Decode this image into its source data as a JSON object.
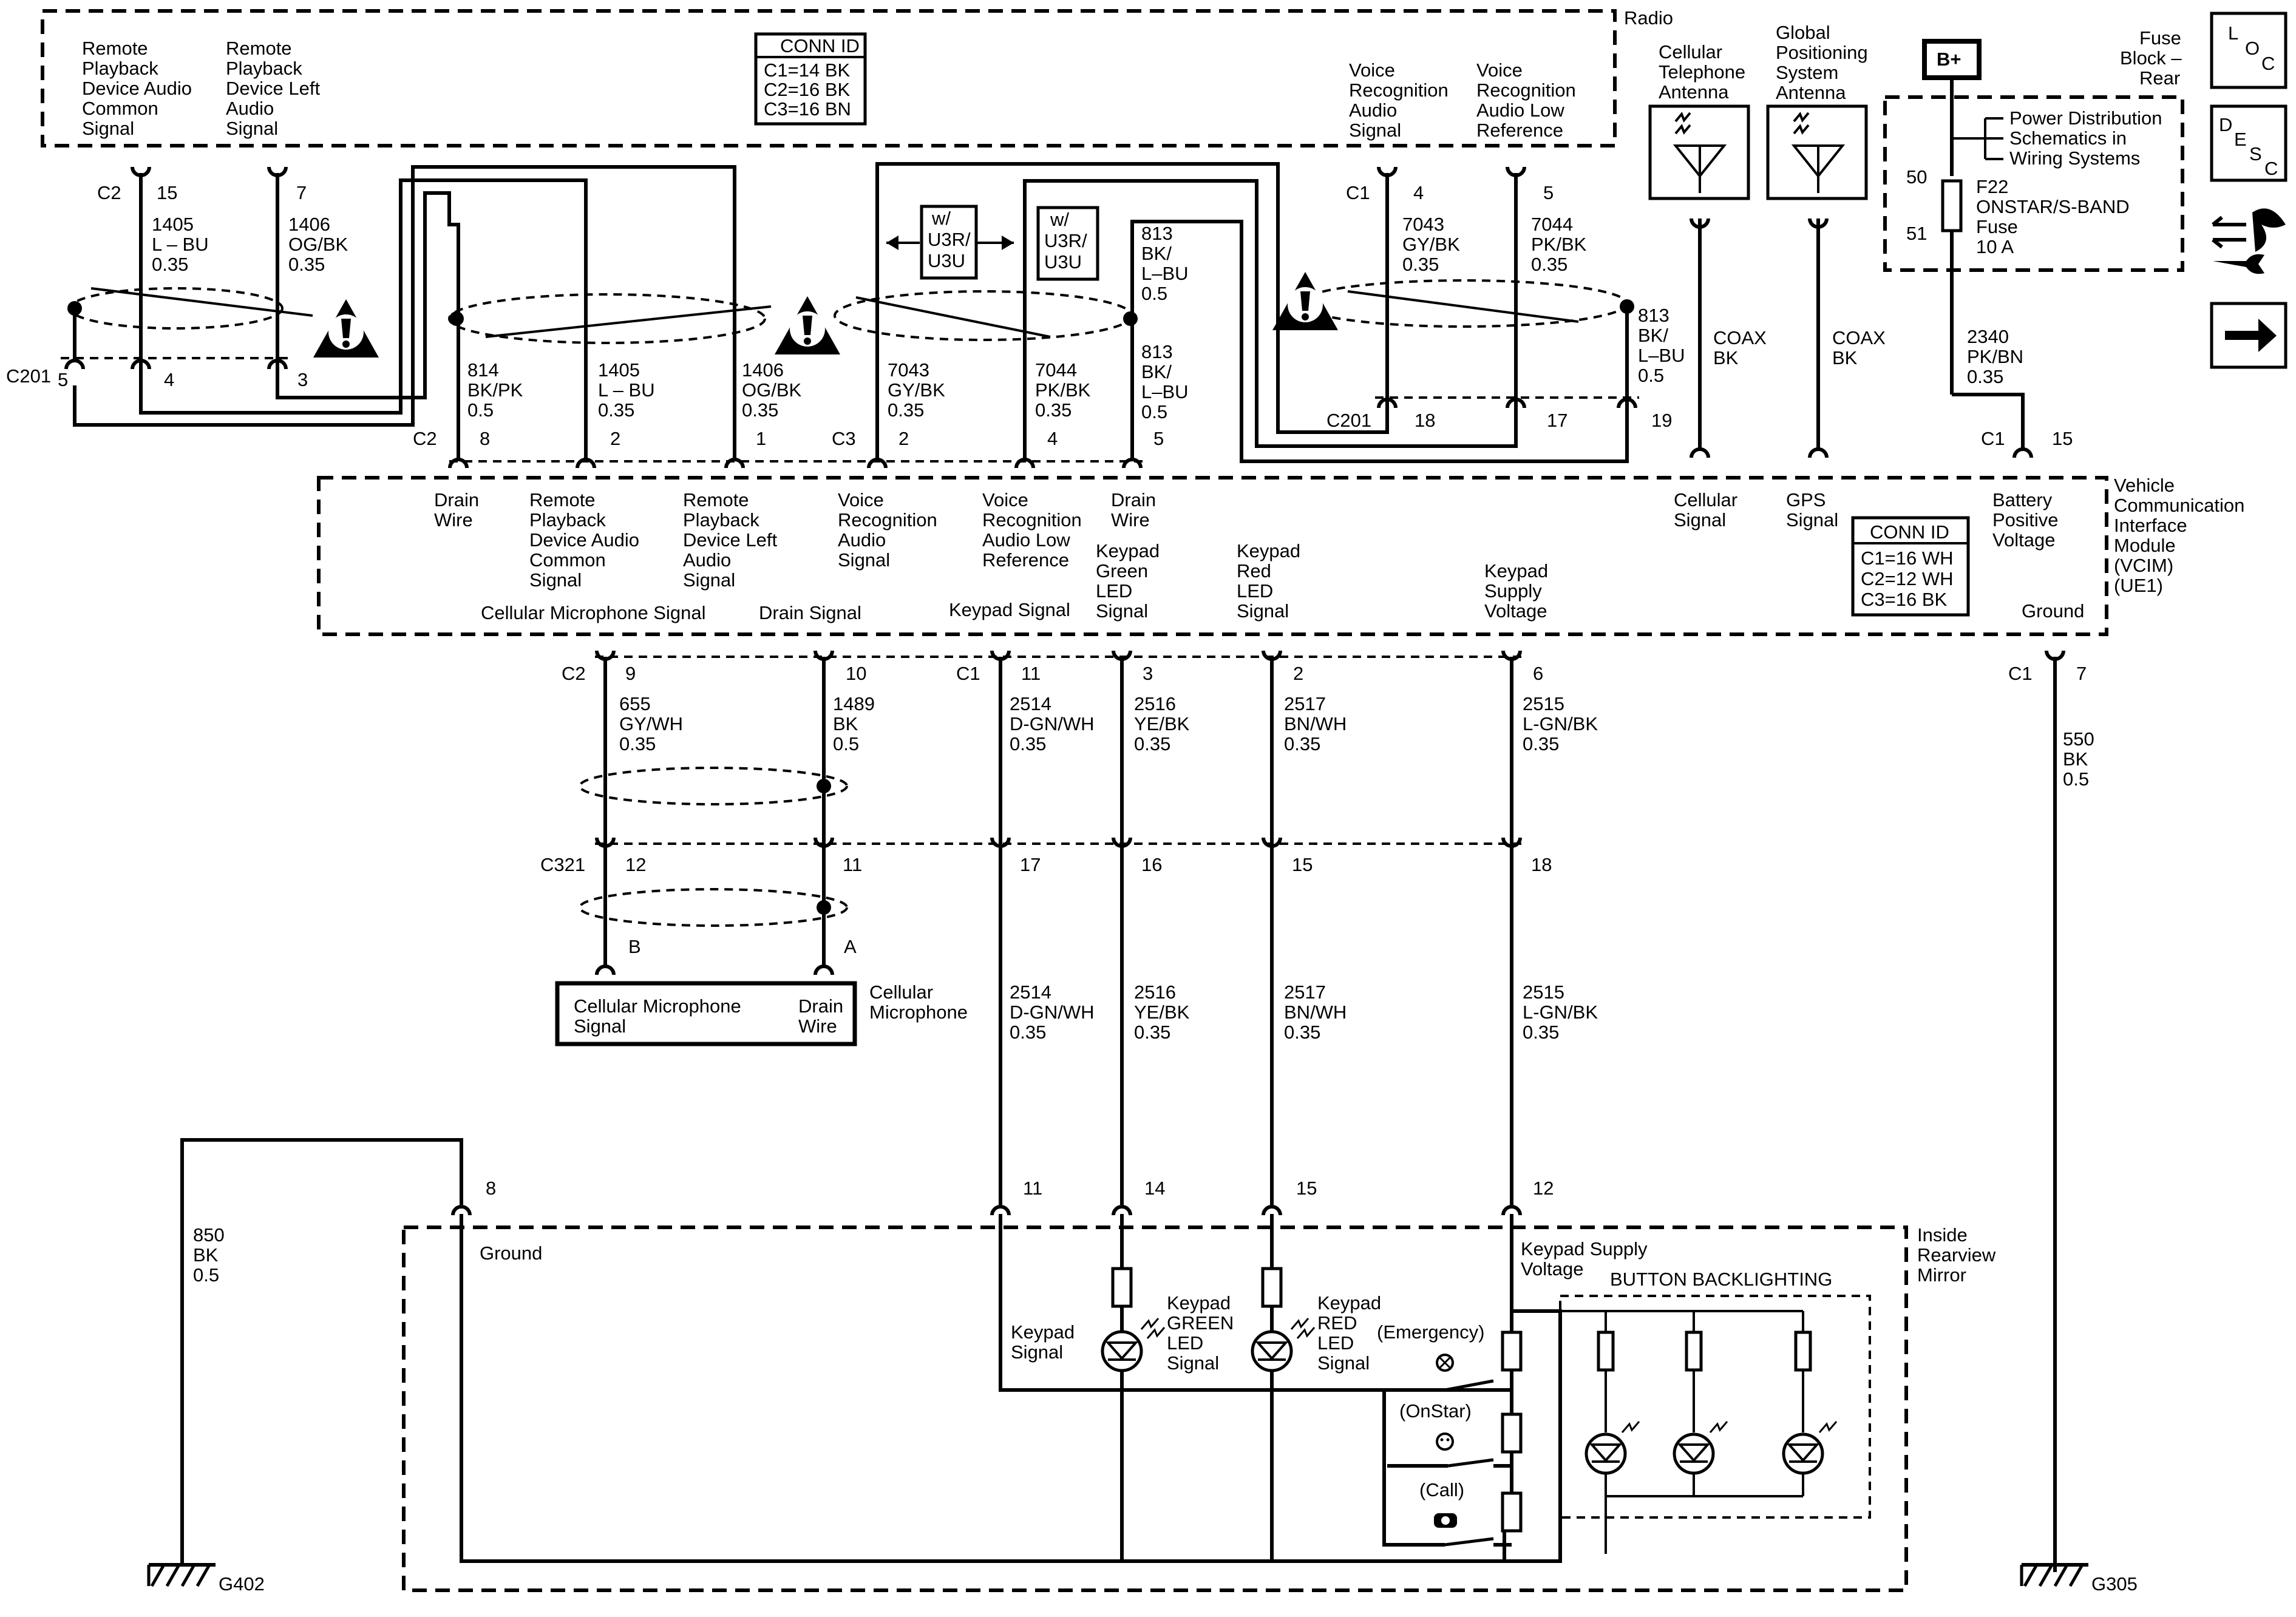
{
  "radio": {
    "title": "Radio",
    "conn_id": {
      "title": "CONN ID",
      "lines": [
        "C1=14 BK",
        "C2=16 BK",
        "C3=16 BN"
      ]
    },
    "pins": [
      {
        "label": [
          "Remote",
          "Playback",
          "Device Audio",
          "Common",
          "Signal"
        ],
        "connector": "C2",
        "pin": "15",
        "circuit": "1405",
        "color": "L – BU",
        "gauge": "0.35"
      },
      {
        "label": [
          "Remote",
          "Playback",
          "Device Left",
          "Audio",
          "Signal"
        ],
        "pin": "7",
        "circuit": "1406",
        "color": "OG/BK",
        "gauge": "0.35"
      },
      {
        "label": [
          "Voice",
          "Recognition",
          "Audio",
          "Signal"
        ],
        "connector": "C1",
        "pin": "4",
        "circuit": "7043",
        "color": "GY/BK",
        "gauge": "0.35"
      },
      {
        "label": [
          "Voice",
          "Recognition",
          "Audio Low",
          "Reference"
        ],
        "pin": "5",
        "circuit": "7044",
        "color": "PK/BK",
        "gauge": "0.35"
      }
    ]
  },
  "c201": {
    "label": "C201",
    "pins_left": [
      "5",
      "4",
      "3"
    ],
    "pins_right": [
      "18",
      "17",
      "19"
    ]
  },
  "harness_left": [
    {
      "circuit": "814",
      "color": "BK/PK",
      "gauge": "0.5"
    },
    {
      "circuit": "1405",
      "color": "L – BU",
      "gauge": "0.35"
    },
    {
      "circuit": "1406",
      "color": "OG/BK",
      "gauge": "0.35"
    }
  ],
  "harness_mid": [
    {
      "circuit": "7043",
      "color": "GY/BK",
      "gauge": "0.35"
    },
    {
      "circuit": "7044",
      "color": "PK/BK",
      "gauge": "0.35"
    },
    {
      "circuit": "813",
      "color": "BK/",
      "color2": "L–BU",
      "gauge": "0.5"
    }
  ],
  "drain_813_top": {
    "circuit": "813",
    "color": "BK/",
    "color2": "L–BU",
    "gauge": "0.5"
  },
  "drain_813_right": {
    "circuit": "813",
    "color": "BK/",
    "color2": "L–BU",
    "gauge": "0.5"
  },
  "option_boxes": [
    {
      "lines": [
        "w/",
        "U3R/",
        "U3U"
      ]
    },
    {
      "lines": [
        "w/",
        "U3R/",
        "U3U"
      ]
    }
  ],
  "antennas": [
    {
      "label": [
        "Cellular",
        "Telephone",
        "Antenna"
      ],
      "cable": "COAX",
      "cable_color": "BK"
    },
    {
      "label": [
        "Global",
        "Positioning",
        "System",
        "Antenna"
      ],
      "cable": "COAX",
      "cable_color": "BK"
    }
  ],
  "fuse_block": {
    "title": [
      "Fuse",
      "Block –",
      "Rear"
    ],
    "battery": "B+",
    "power_note": [
      "Power Distribution",
      "Schematics in",
      "Wiring Systems"
    ],
    "pin_top": "50",
    "pin_bottom": "51",
    "fuse_name": [
      "F22",
      "ONSTAR/S-BAND",
      "Fuse",
      "10 A"
    ],
    "wire": {
      "circuit": "2340",
      "color": "PK/BN",
      "gauge": "0.35"
    }
  },
  "side_icons": {
    "loc": [
      "L",
      "O",
      "C"
    ],
    "desc": [
      "D",
      "E",
      "S",
      "C"
    ]
  },
  "vcim": {
    "title": [
      "Vehicle",
      "Communication",
      "Interface",
      "Module",
      "(VCIM)",
      "(UE1)"
    ],
    "conn_id": {
      "title": "CONN ID",
      "lines": [
        "C1=16 WH",
        "C2=12 WH",
        "C3=16 BK"
      ]
    },
    "top_pins": [
      {
        "connector": "C2",
        "pin": "8",
        "label": [
          "Drain",
          "Wire"
        ]
      },
      {
        "pin": "2",
        "label": [
          "Remote",
          "Playback",
          "Device Audio",
          "Common",
          "Signal"
        ]
      },
      {
        "pin": "1",
        "label": [
          "Remote",
          "Playback",
          "Device Left",
          "Audio",
          "Signal"
        ]
      },
      {
        "connector": "C3",
        "pin": "2",
        "label": [
          "Voice",
          "Recognition",
          "Audio",
          "Signal"
        ]
      },
      {
        "pin": "4",
        "label": [
          "Voice",
          "Recognition",
          "Audio Low",
          "Reference"
        ]
      },
      {
        "pin": "5",
        "label": [
          "Drain",
          "Wire"
        ]
      },
      {
        "pin": "",
        "label": [
          "Cellular",
          "Signal"
        ]
      },
      {
        "pin": "",
        "label": [
          "GPS",
          "Signal"
        ]
      },
      {
        "connector": "C1",
        "pin": "15",
        "label": [
          "Battery",
          "Positive",
          "Voltage"
        ]
      }
    ],
    "bottom_pins": [
      {
        "connector": "C2",
        "pin": "9",
        "label": [
          "Cellular Microphone Signal"
        ]
      },
      {
        "pin": "10",
        "label": [
          "Drain Signal"
        ]
      },
      {
        "connector": "C1",
        "pin": "11",
        "label": [
          "Keypad Signal"
        ]
      },
      {
        "pin": "3",
        "label": [
          "Keypad",
          "Green",
          "LED",
          "Signal"
        ]
      },
      {
        "pin": "2",
        "label": [
          "Keypad",
          "Red",
          "LED",
          "Signal"
        ]
      },
      {
        "pin": "6",
        "label": [
          "Keypad",
          "Supply",
          "Voltage"
        ]
      },
      {
        "connector": "C1",
        "pin": "7",
        "label": [
          "Ground"
        ]
      }
    ]
  },
  "vcim_wires": [
    {
      "circuit": "655",
      "color": "GY/WH",
      "gauge": "0.35"
    },
    {
      "circuit": "1489",
      "color": "BK",
      "gauge": "0.5"
    },
    {
      "circuit": "2514",
      "color": "D-GN/WH",
      "gauge": "0.35"
    },
    {
      "circuit": "2516",
      "color": "YE/BK",
      "gauge": "0.35"
    },
    {
      "circuit": "2517",
      "color": "BN/WH",
      "gauge": "0.35"
    },
    {
      "circuit": "2515",
      "color": "L-GN/BK",
      "gauge": "0.35"
    },
    {
      "circuit": "550",
      "color": "BK",
      "gauge": "0.5"
    }
  ],
  "c321": {
    "label": "C321",
    "pins": [
      "12",
      "11",
      "17",
      "16",
      "15",
      "18"
    ]
  },
  "microphone": {
    "title": [
      "Cellular",
      "Microphone"
    ],
    "pins": [
      "B",
      "A"
    ],
    "signal_label": [
      "Cellular Microphone",
      "Signal"
    ],
    "drain_label": [
      "Drain",
      "Wire"
    ]
  },
  "mirror_wires": [
    {
      "circuit": "2514",
      "color": "D-GN/WH",
      "gauge": "0.35"
    },
    {
      "circuit": "2516",
      "color": "YE/BK",
      "gauge": "0.35"
    },
    {
      "circuit": "2517",
      "color": "BN/WH",
      "gauge": "0.35"
    },
    {
      "circuit": "2515",
      "color": "L-GN/BK",
      "gauge": "0.35"
    }
  ],
  "ground_wire": {
    "circuit": "850",
    "color": "BK",
    "gauge": "0.5"
  },
  "mirror": {
    "title": [
      "Inside",
      "Rearview",
      "Mirror"
    ],
    "pins": [
      "8",
      "11",
      "14",
      "15",
      "12"
    ],
    "ground_label": "Ground",
    "keypad_signal": [
      "Keypad",
      "Signal"
    ],
    "green_led": [
      "Keypad",
      "GREEN",
      "LED",
      "Signal"
    ],
    "red_led": [
      "Keypad",
      "RED",
      "LED",
      "Signal"
    ],
    "supply": [
      "Keypad Supply",
      "Voltage"
    ],
    "backlight_title": "BUTTON BACKLIGHTING",
    "switches": [
      "(Emergency)",
      "(OnStar)",
      "(Call)"
    ]
  },
  "grounds": [
    "G402",
    "G305"
  ]
}
